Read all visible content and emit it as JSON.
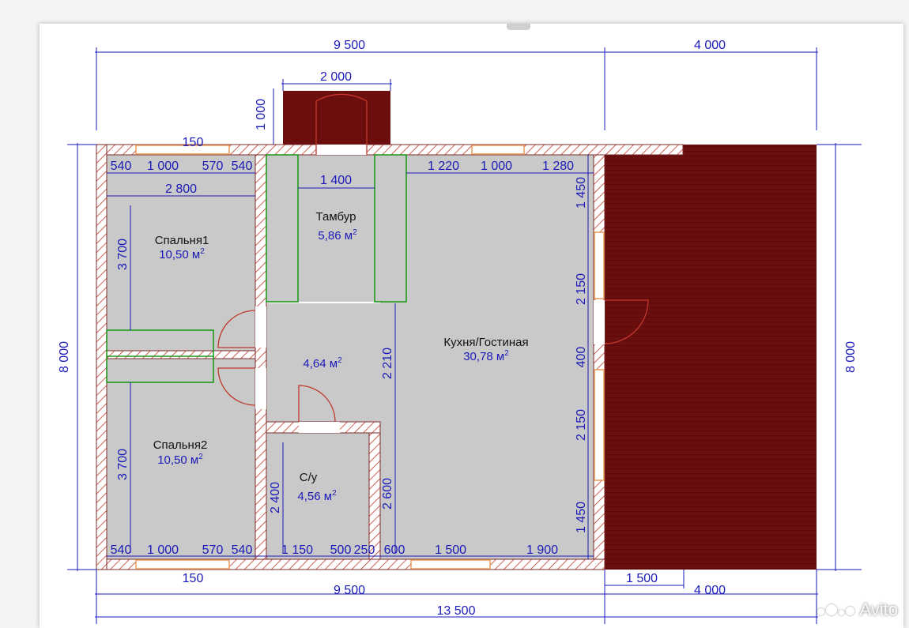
{
  "plan": {
    "rooms": [
      {
        "id": "bedroom1",
        "name": "Спальня1",
        "area": "10,50 м",
        "unit_exp": "2"
      },
      {
        "id": "bedroom2",
        "name": "Спальня2",
        "area": "10,50 м",
        "unit_exp": "2"
      },
      {
        "id": "vestibule",
        "name": "Тамбур",
        "area": "5,86 м",
        "unit_exp": "2"
      },
      {
        "id": "hall",
        "name": "",
        "area": "4,64 м",
        "unit_exp": "2"
      },
      {
        "id": "bathroom",
        "name": "С/у",
        "area": "4,56 м",
        "unit_exp": "2"
      },
      {
        "id": "kitchen_living",
        "name": "Кухня/Гостиная",
        "area": "30,78 м",
        "unit_exp": "2"
      }
    ],
    "dimensions": {
      "top_main": "9 500",
      "top_terrace": "4 000",
      "porch_width": "2 000",
      "porch_depth": "1 000",
      "top_window_offset": "150",
      "top_left": [
        "540",
        "1 000",
        "570",
        "540"
      ],
      "bedroom_width": "2 800",
      "vestibule_inner": "1 400",
      "top_kitchen": [
        "1 220",
        "1 000",
        "1 280"
      ],
      "bedroom1_height": "3 700",
      "bedroom2_height": "3 700",
      "hall_height": "2 210",
      "bath_height": "2 400",
      "kitchen_left_height": "2 600",
      "right_wall": [
        "1 450",
        "2 150",
        "400",
        "2 150",
        "1 450"
      ],
      "bottom_left": [
        "540",
        "1 000",
        "570",
        "540"
      ],
      "bottom_mid": [
        "1 150",
        "500",
        "250",
        "600"
      ],
      "bottom_kitchen": [
        "1 500",
        "1 900"
      ],
      "bottom_window_offset": "150",
      "bottom_main": "9 500",
      "bottom_terrace": "4 000",
      "terrace_step": "1 500",
      "total_width": "13 500",
      "left_total": "8 000",
      "right_total": "8 000"
    },
    "colors": {
      "terrace": "#6b0e0e",
      "room_fill": "#c9c9c9",
      "dimension": "#1a1ab8",
      "wall_hatch": "#c0392b",
      "door_arc": "#c0392b",
      "closet": "#1f9a1f"
    }
  },
  "watermark": {
    "text": "Avito"
  }
}
